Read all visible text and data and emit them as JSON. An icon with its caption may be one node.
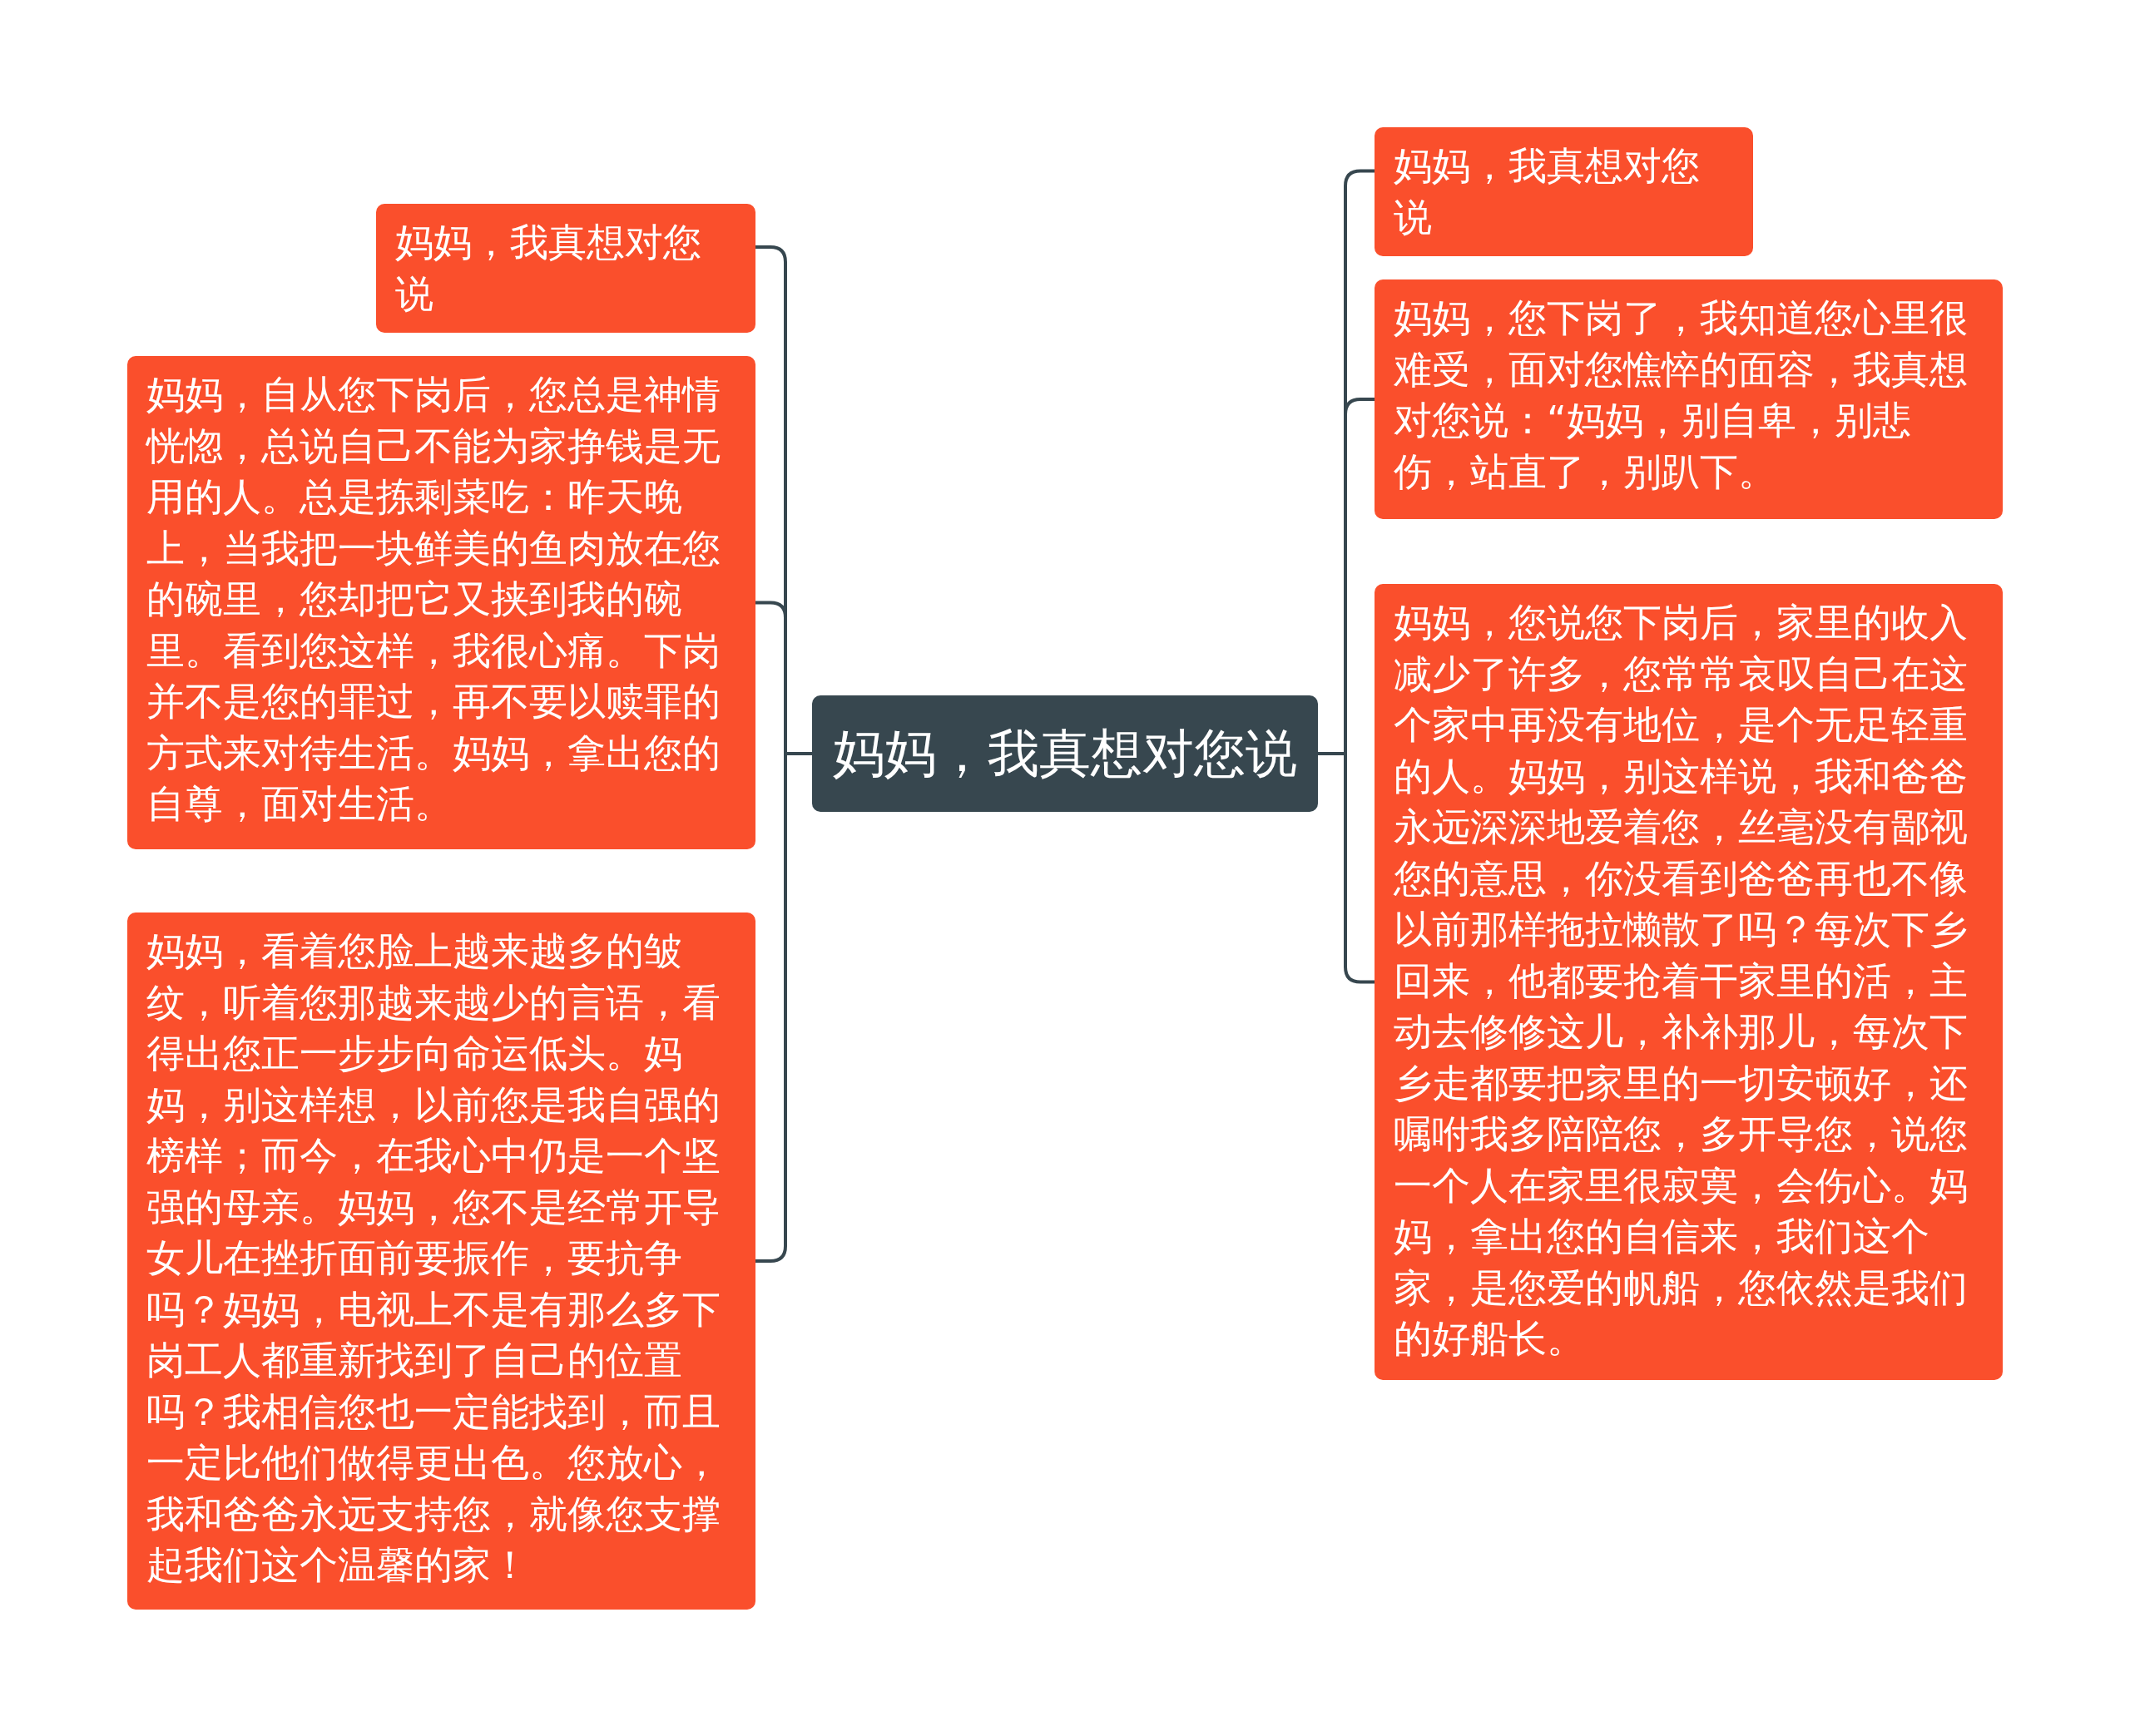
{
  "diagram": {
    "nodes": [
      {
        "text": [
          "妈妈，我真想对您说"
        ]
      },
      {
        "text": [
          "妈妈，我真想对您说"
        ]
      },
      {
        "text": [
          "妈妈，自从您下岗后，您总是神情恍惚，总说自己不能为家挣钱是无用的人。总是拣剩菜吃：昨天晚上，当我把一块鲜美的鱼肉放在您的碗里，您却把它又挟到我的碗里。看到您这样，我很心痛。下岗并不是您的罪过，再不要以赎罪的方式来对待生活。妈妈，拿出您的自尊，面对生活。"
        ]
      },
      {
        "text": [
          "妈妈，看着您脸上越来越多的皱纹，听着您那越来越少的言语，看得出您正一步步向命运低头。妈妈，别这样想，以前您是我自强的榜样；而今，在我心中仍是一个坚强的母亲。妈妈，您不是经常开导女儿在挫折面前要振作，要抗争吗？妈妈，电视上不是有那么多下岗工人都重新找到了自己的位置吗？我相信您也一定能找到，而且一定比他们做得更出色。您放心，我和爸爸永远支持您，就像您支撑起我们这个温馨的家！"
        ]
      },
      {
        "text": [
          "妈妈，我真想对您说"
        ]
      },
      {
        "text": [
          "妈妈，您下岗了，我知道您心里很难受，面对您憔悴的面容，我真想对您说：“妈妈，别自卑，别悲伤，站直了，别趴下。"
        ]
      },
      {
        "text": [
          "妈妈，您说您下岗后，家里的收入减少了许多，您常常哀叹自己在这个家中再没有地位，是个无足轻重的人。妈妈，别这样说，我和爸爸永远深深地爱着您，丝毫没有鄙视您的意思，你没看到爸爸再也不像以前那样拖拉懒散了吗？每次下乡回来，他都要抢着干家里的活，主动去修修这儿，补补那儿，每次下乡走都要把家里的一切安顿好，还嘱咐我多陪陪您，多开导您，说您一个人在家里很寂寞，会伤心。妈妈，拿出您的自信来，我们这个家，是您爱的帆船，您依然是我们的好船长。"
        ]
      }
    ],
    "edges": [
      {
        "from": 0,
        "to": 1,
        "arrow": "none"
      },
      {
        "from": 0,
        "to": 2,
        "arrow": "none"
      },
      {
        "from": 0,
        "to": 3,
        "arrow": "none"
      },
      {
        "from": 0,
        "to": 4,
        "arrow": "none"
      },
      {
        "from": 0,
        "to": 5,
        "arrow": "none"
      },
      {
        "from": 0,
        "to": 6,
        "arrow": "none"
      }
    ]
  }
}
